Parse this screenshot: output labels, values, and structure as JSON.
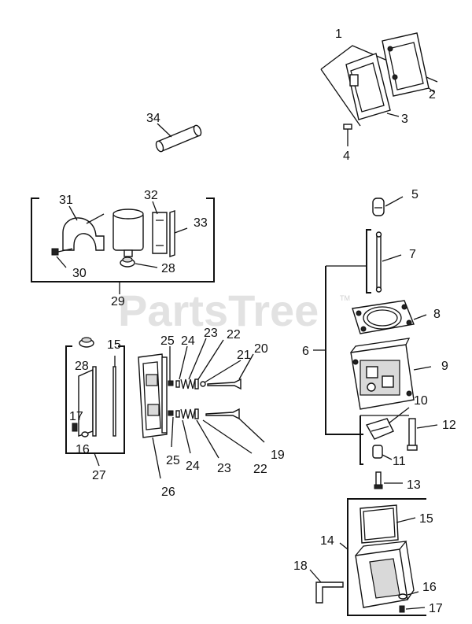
{
  "watermark": {
    "text": "PartsTree",
    "trademark": "TM"
  },
  "callouts": {
    "c1": "1",
    "c2": "2",
    "c3": "3",
    "c4": "4",
    "c5": "5",
    "c6": "6",
    "c7": "7",
    "c8": "8",
    "c9": "9",
    "c10": "10",
    "c11": "11",
    "c12": "12",
    "c13": "13",
    "c14": "14",
    "c15": "15",
    "c16": "16",
    "c17": "17",
    "c18": "18",
    "c19": "19",
    "c20": "20",
    "c21": "21",
    "c22": "22",
    "c23": "23",
    "c24": "24",
    "c25": "25",
    "c26": "26",
    "c27": "27",
    "c28": "28",
    "c29": "29",
    "c30": "30",
    "c31": "31",
    "c32": "32",
    "c33": "33",
    "c34": "34"
  }
}
